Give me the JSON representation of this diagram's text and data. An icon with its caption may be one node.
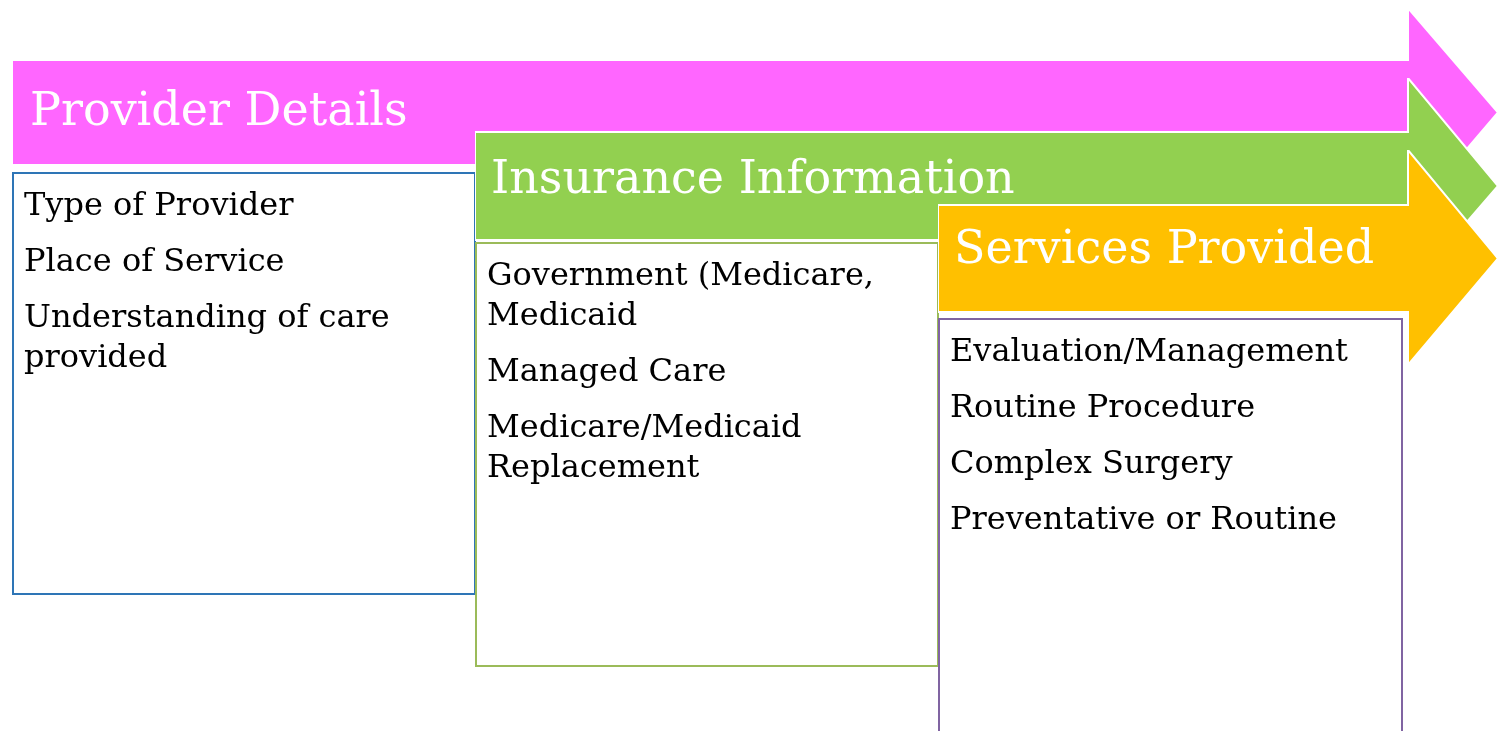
{
  "diagram": {
    "nodes": [
      {
        "text": [
          "Provider Details"
        ]
      },
      {
        "text": [
          "Type of Provider",
          "Place of Service",
          "Understanding of care provided"
        ]
      },
      {
        "text": [
          "Insurance Information"
        ]
      },
      {
        "text": [
          "Government (Medicare, Medicaid",
          "Managed Care",
          "Medicare/Medicaid Replacement"
        ]
      },
      {
        "text": [
          "Services Provided"
        ]
      },
      {
        "text": [
          "Evaluation/Management",
          "Routine Procedure",
          "Complex Surgery",
          "Preventative or Routine"
        ]
      }
    ]
  }
}
